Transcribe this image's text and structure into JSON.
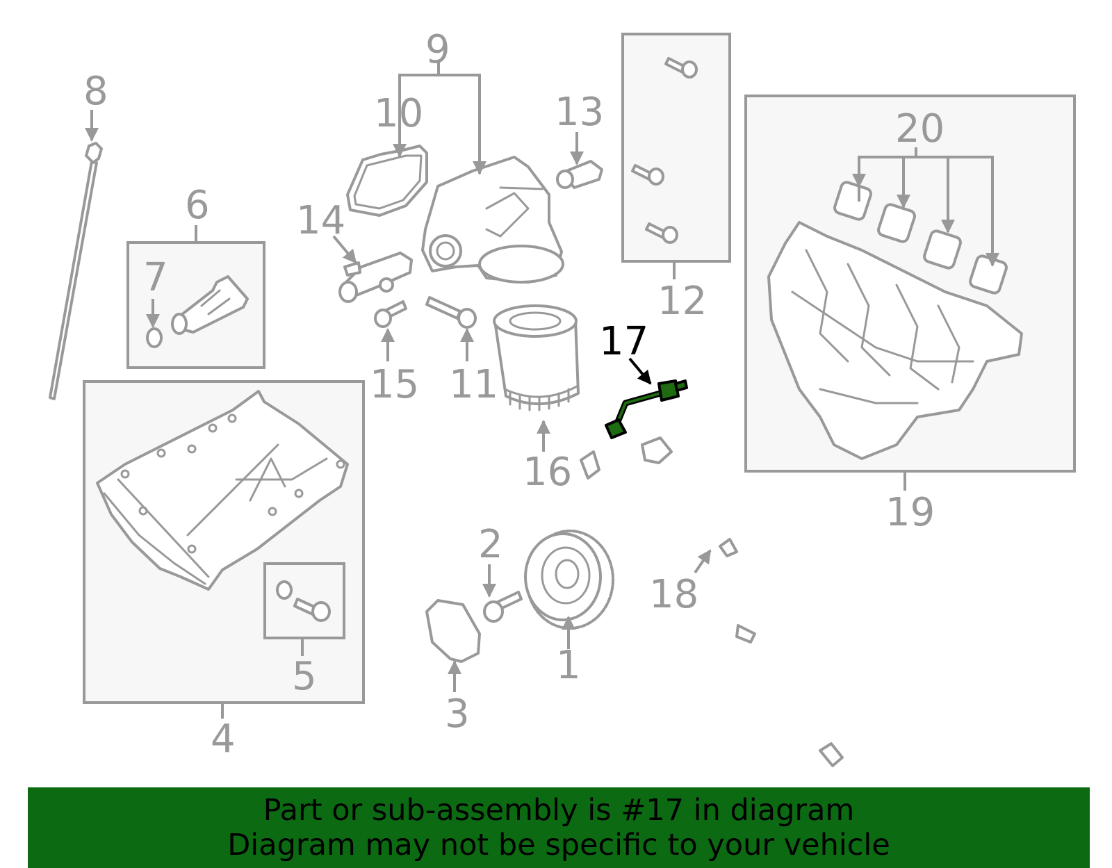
{
  "colors": {
    "line_gray": "#999999",
    "box_fill": "#f7f7f7",
    "highlight_green": "#1f6b12",
    "banner_green": "#0c6a12",
    "label_highlight": "#000000"
  },
  "callouts": [
    "1",
    "2",
    "3",
    "4",
    "5",
    "6",
    "7",
    "8",
    "9",
    "10",
    "11",
    "12",
    "13",
    "14",
    "15",
    "16",
    "17",
    "18",
    "19",
    "20"
  ],
  "highlighted_part": "17",
  "banner": {
    "line1": "Part or sub-assembly is #17 in diagram",
    "line2": "Diagram may not be specific to your vehicle"
  }
}
